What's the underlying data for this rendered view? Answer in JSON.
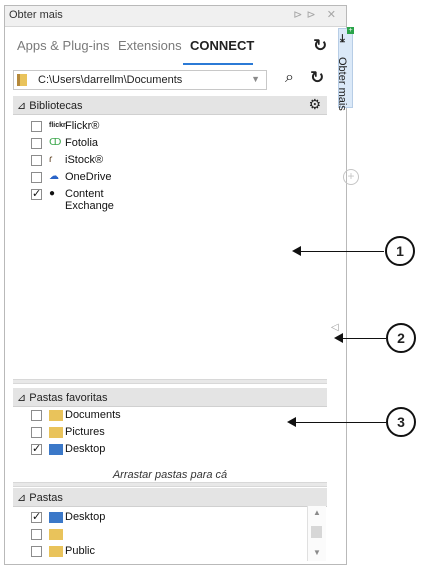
{
  "panel": {
    "title": "Obter mais",
    "title_icons": "⊳⊳ ✕",
    "sidebar_label": "Obter mais"
  },
  "tabs": [
    {
      "label": "Apps & Plug-ins"
    },
    {
      "label": "Extensions"
    },
    {
      "label": "CONNECT"
    }
  ],
  "path": {
    "value": "C:\\Users\\darrellm\\Documents"
  },
  "libraries": {
    "header": "Bibliotecas",
    "items": [
      {
        "label": "Flickr®",
        "checked": false,
        "icon": "flickr-icon",
        "icon_text": "flickr"
      },
      {
        "label": "Fotolia",
        "checked": false,
        "icon": "fotolia-icon",
        "icon_text": "ↀ"
      },
      {
        "label": "iStock®",
        "checked": false,
        "icon": "istock-icon",
        "icon_text": "ɾ"
      },
      {
        "label": "OneDrive",
        "checked": false,
        "icon": "onedrive-icon",
        "icon_text": "☁"
      },
      {
        "label": "Content Exchange",
        "checked": true,
        "icon": "content-exchange-icon",
        "icon_text": "●"
      }
    ]
  },
  "favorites": {
    "header": "Pastas favoritas",
    "items": [
      {
        "label": "Documents",
        "checked": false
      },
      {
        "label": "Pictures",
        "checked": false
      },
      {
        "label": "Desktop",
        "checked": true
      }
    ],
    "hint": "Arrastar pastas para cá"
  },
  "folders": {
    "header": "Pastas",
    "items": [
      {
        "label": "Desktop",
        "checked": true
      },
      {
        "label": "",
        "checked": false
      },
      {
        "label": "Public",
        "checked": false
      }
    ]
  },
  "callouts": [
    "1",
    "2",
    "3"
  ],
  "colors": {
    "accent": "#2b7ad6",
    "section_header": "#e4e4e4",
    "sidebar": "#dbe9f8"
  }
}
